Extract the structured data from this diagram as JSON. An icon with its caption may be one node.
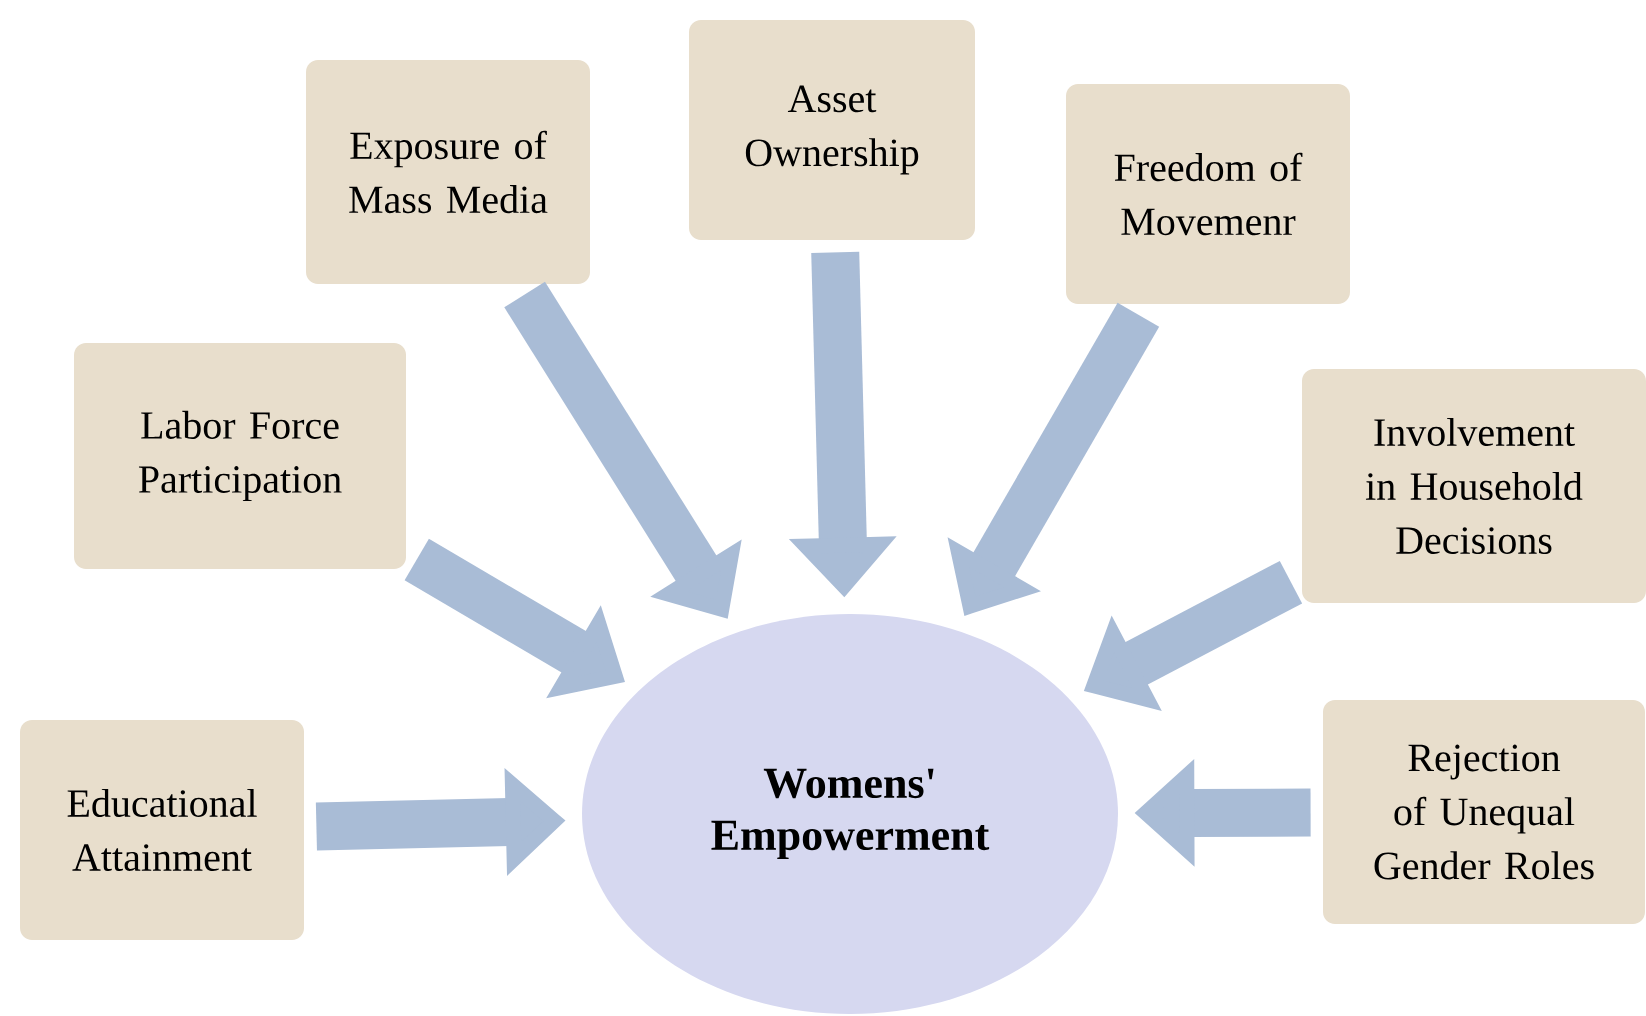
{
  "diagram": {
    "nodes": [
      {
        "text": [
          "Womens' Empowerment"
        ]
      },
      {
        "text": [
          "Exposure of Mass Media"
        ]
      },
      {
        "text": [
          "Asset Ownership"
        ]
      },
      {
        "text": [
          "Freedom of Movemenr"
        ]
      },
      {
        "text": [
          "Labor Force Participation"
        ]
      },
      {
        "text": [
          "Involvement in Household Decisions"
        ]
      },
      {
        "text": [
          "Educational Attainment"
        ]
      },
      {
        "text": [
          "Rejection of Unequal Gender Roles"
        ]
      }
    ],
    "edges": [
      {
        "from": 1,
        "to": 0,
        "arrow": "to"
      },
      {
        "from": 2,
        "to": 0,
        "arrow": "to"
      },
      {
        "from": 3,
        "to": 0,
        "arrow": "to"
      },
      {
        "from": 4,
        "to": 0,
        "arrow": "to"
      },
      {
        "from": 5,
        "to": 0,
        "arrow": "to"
      },
      {
        "from": 6,
        "to": 0,
        "arrow": "to"
      },
      {
        "from": 7,
        "to": 0,
        "arrow": "to"
      }
    ]
  }
}
